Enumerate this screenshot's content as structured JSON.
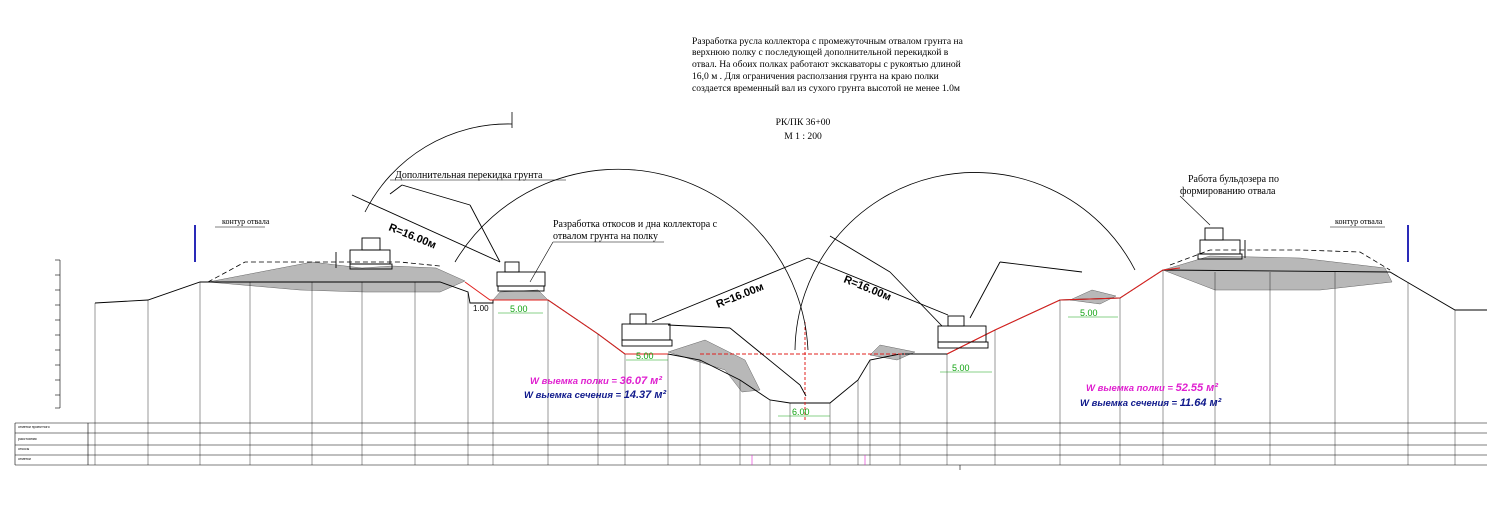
{
  "description_lines": [
    "Разработка  русла  коллектора с  промежуточным отвалом грунта  на",
    "верхнюю полку с последующей  дополнительной перекидкой в",
    "отвал. На обоих  полках работают  экскаваторы с  рукоятью длиной",
    "16,0 м . Для  ограничения расползания грунта на краю полки",
    "создается  временный  вал  из сухого грунта высотой не менее 1.0м"
  ],
  "section_title": "РК/ПК 36+00",
  "scale": "М 1 : 200",
  "annotations": {
    "extra_transfer": "Дополнительная перекидка  грунта",
    "slope_work_1": "Разработка откосов  и дна коллектора с",
    "slope_work_2": "отвалом грунта  на полку",
    "bulldozer_1": "Работа  бульдозера  по",
    "bulldozer_2": "формированию отвала",
    "dump_contour_left": "контур отвала",
    "dump_contour_right": "контур отвала"
  },
  "radii": [
    "R=16.00м",
    "R=16.00м",
    "R=16.00м"
  ],
  "dimensions": {
    "depth_step": "1.00",
    "left_berm": "5.00",
    "left_shelf": "5.00",
    "bottom_width": "6.00",
    "right_shelf": "5.00",
    "right_berm": "5.00"
  },
  "volumes": {
    "left_shelf_label": "W выемка полки = ",
    "left_shelf_value": "36.07 м²",
    "left_section_label": "W выемка сечения = ",
    "left_section_value": "14.37 м²",
    "right_shelf_label": "W выемка полки = ",
    "right_shelf_value": "52.55 м²",
    "right_section_label": "W выемка сечения = ",
    "right_section_value": "11.64 м²"
  },
  "colors": {
    "slope_red": "#e0201e",
    "volume_magenta": "#e020d0",
    "volume_navy": "#101a8c",
    "dimension_green": "#12a312",
    "fill_grey": "#b8b8b8",
    "marker_blue": "#2a2ab8"
  }
}
